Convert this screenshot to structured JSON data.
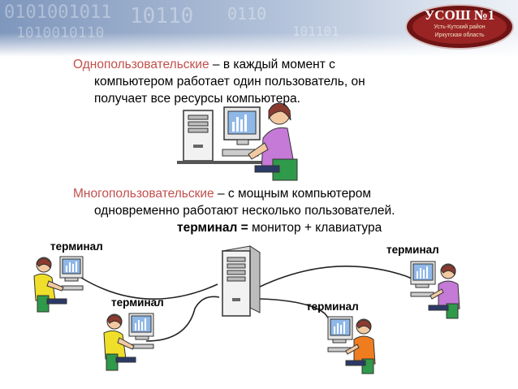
{
  "logo": {
    "title": "УСОШ №1",
    "line1": "Усть-Кутский район",
    "line2": "Иркутская область"
  },
  "single": {
    "term": "Однопользовательские",
    "rest_line1": " – в каждый момент с",
    "line2": "компьютером работает один пользователь, он",
    "line3": "получает все ресурсы компьютера."
  },
  "multi": {
    "term": "Многопользовательские",
    "rest_line1": " – с мощным компьютером",
    "line2": "одновременно работают несколько пользователей.",
    "definition_term": "терминал =",
    "definition_rest": " монитор + клавиатура"
  },
  "terminals": {
    "top_left": "терминал",
    "mid_left": "терминал",
    "mid_right": "терминал",
    "top_right": "терминал"
  },
  "colors": {
    "accent": "#c0504d",
    "banner_blue": "#9fb3cf",
    "logo_red": "#8b1a1a"
  }
}
